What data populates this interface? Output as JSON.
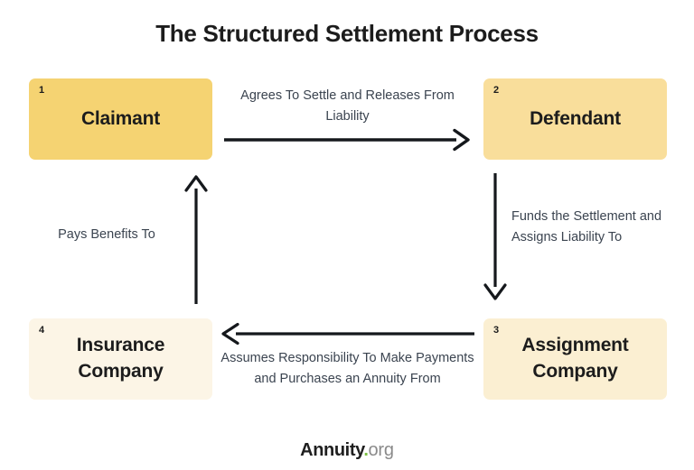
{
  "title": "The Structured Settlement Process",
  "nodes": [
    {
      "num": "1",
      "label": "Claimant",
      "color": "#F5D372"
    },
    {
      "num": "2",
      "label": "Defendant",
      "color": "#F9DE9B"
    },
    {
      "num": "3",
      "label": "Assignment Company",
      "color": "#FBEFD2"
    },
    {
      "num": "4",
      "label": "Insurance Company",
      "color": "#FCF5E6"
    }
  ],
  "edges": [
    {
      "label": "Agrees To Settle and Releases From Liability",
      "direction": "right",
      "from": "1",
      "to": "2"
    },
    {
      "label": "Funds the Settlement and Assigns Liability To",
      "direction": "down",
      "from": "2",
      "to": "3"
    },
    {
      "label": "Assumes Responsibility To Make Payments and Purchases an Annuity From",
      "direction": "left",
      "from": "3",
      "to": "4"
    },
    {
      "label": "Pays Benefits To",
      "direction": "up",
      "from": "4",
      "to": "1"
    }
  ],
  "logo": {
    "name": "Annuity",
    "dot": ".",
    "tld": "org",
    "dot_color": "#7BC043"
  }
}
